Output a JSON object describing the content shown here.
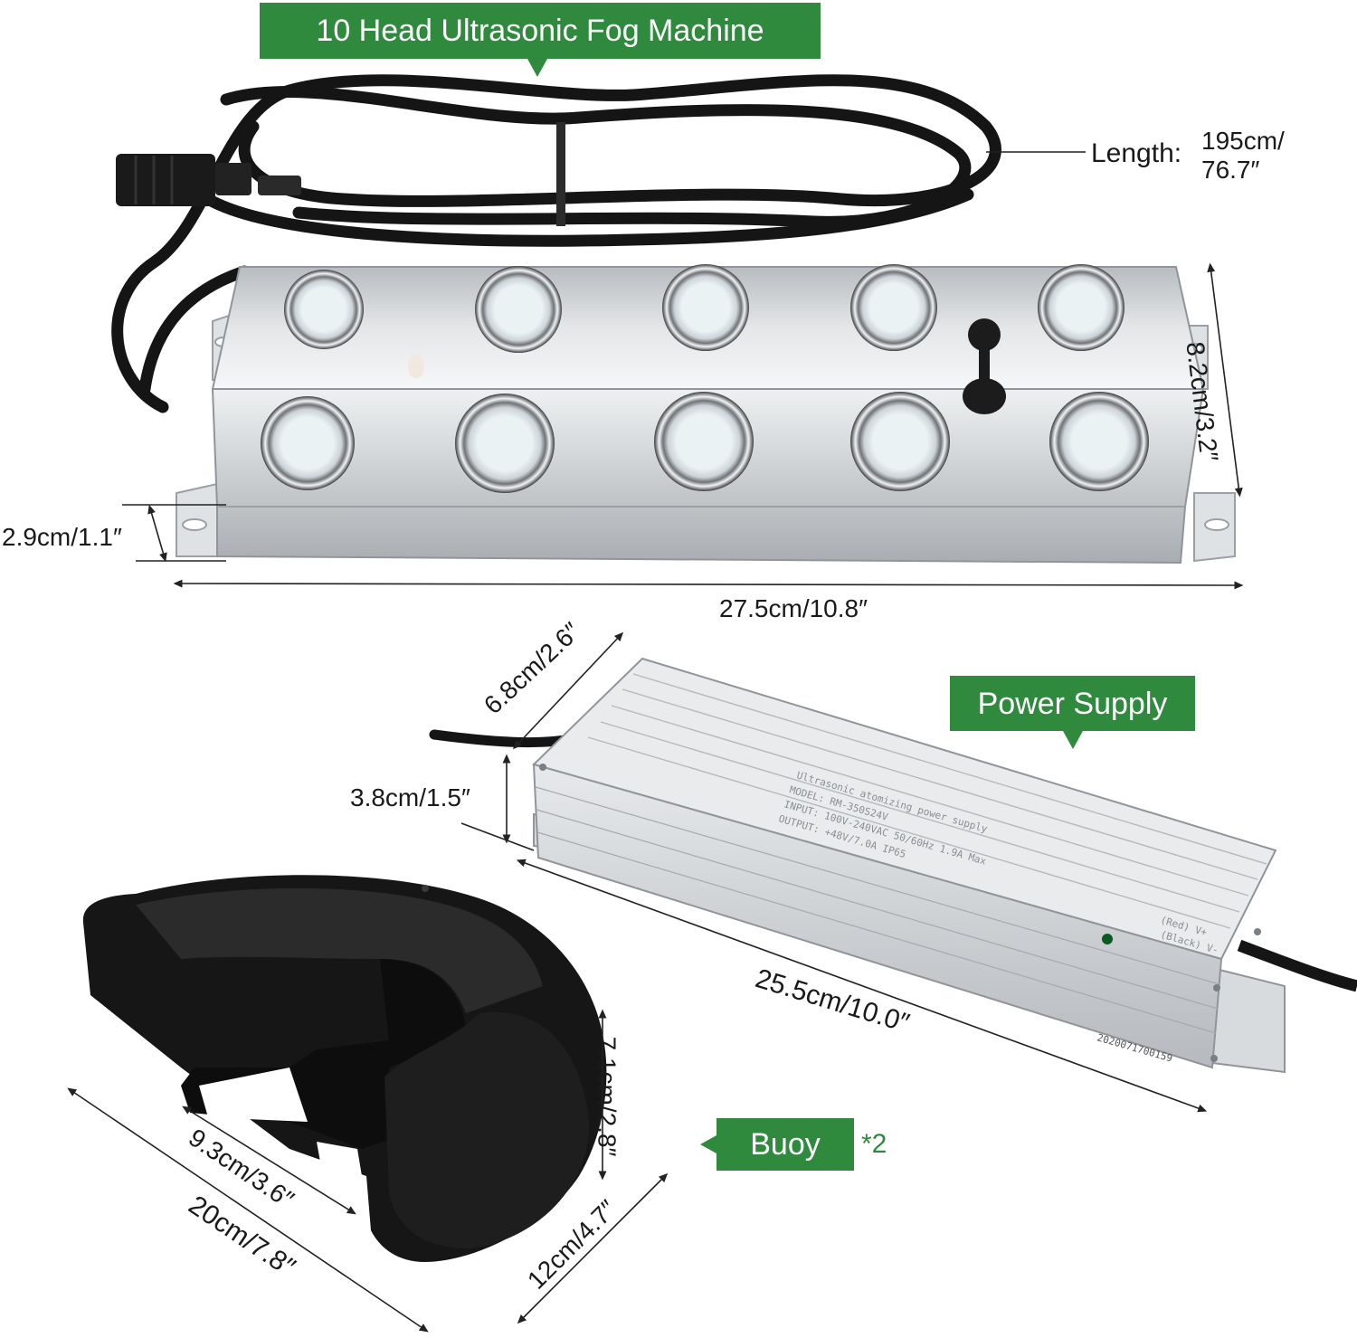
{
  "labels": {
    "fog_machine": "10 Head Ultrasonic Fog Machine",
    "power_supply": "Power Supply",
    "buoy": "Buoy",
    "buoy_qty": "*2"
  },
  "dimensions": {
    "cable_length_label": "Length:",
    "cable_length_cm": "195cm/",
    "cable_length_in": "76.7″",
    "fog_depth": "8.2cm/3.2″",
    "fog_height": "2.9cm/1.1″",
    "fog_width": "27.5cm/10.8″",
    "psu_depth": "6.8cm/2.6″",
    "psu_height": "3.8cm/1.5″",
    "psu_length": "25.5cm/10.0″",
    "buoy_height": "7.1cm/2.8″",
    "buoy_inner": "9.3cm/3.6″",
    "buoy_outer": "20cm/7.8″",
    "buoy_depth": "12cm/4.7″"
  },
  "psu_text": {
    "title": "Ultrasonic atomizing power supply",
    "model": "MODEL: RM-350S24V",
    "input": "INPUT: 100V-240VAC 50/60Hz 1.9A Max",
    "output": "OUTPUT: +48V/7.0A IP65",
    "red": "(Red) V+",
    "black": "(Black) V-",
    "serial": "2020071700159"
  },
  "colors": {
    "tag_green": "#2f8a3e",
    "steel": "#d9dcdf",
    "rubber": "#1b1b1b"
  }
}
